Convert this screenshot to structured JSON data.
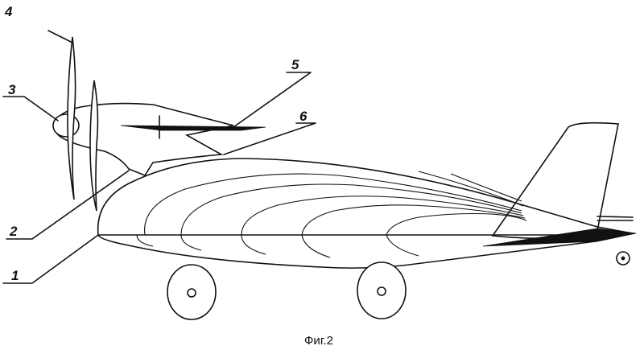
{
  "labels": {
    "l1": "1",
    "l2": "2",
    "l3": "3",
    "l4": "4",
    "l5": "5",
    "l6": "6"
  },
  "caption": "Фиг.2",
  "colors": {
    "ink": "#111111",
    "paper": "#ffffff"
  }
}
